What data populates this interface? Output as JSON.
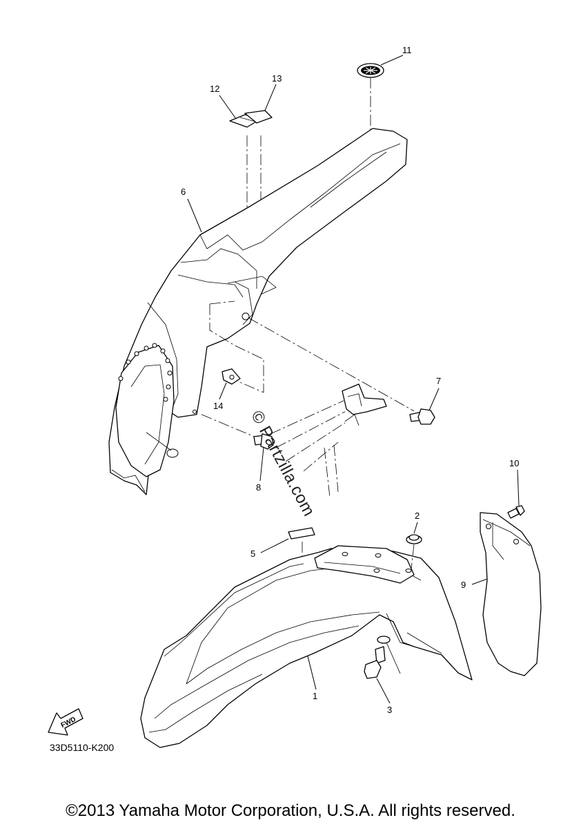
{
  "diagram": {
    "callouts": [
      {
        "id": "1",
        "label": "1"
      },
      {
        "id": "2",
        "label": "2"
      },
      {
        "id": "3",
        "label": "3"
      },
      {
        "id": "5",
        "label": "5"
      },
      {
        "id": "6",
        "label": "6"
      },
      {
        "id": "7",
        "label": "7"
      },
      {
        "id": "8",
        "label": "8"
      },
      {
        "id": "9",
        "label": "9"
      },
      {
        "id": "10",
        "label": "10"
      },
      {
        "id": "11",
        "label": "11"
      },
      {
        "id": "12",
        "label": "12"
      },
      {
        "id": "13",
        "label": "13"
      },
      {
        "id": "14",
        "label": "14"
      }
    ],
    "fwd_label": "FWD",
    "diagram_code": "33D5110-K200",
    "watermark": "© Partzilla.com",
    "copyright": "©2013 Yamaha Motor Corporation, U.S.A. All rights reserved."
  }
}
